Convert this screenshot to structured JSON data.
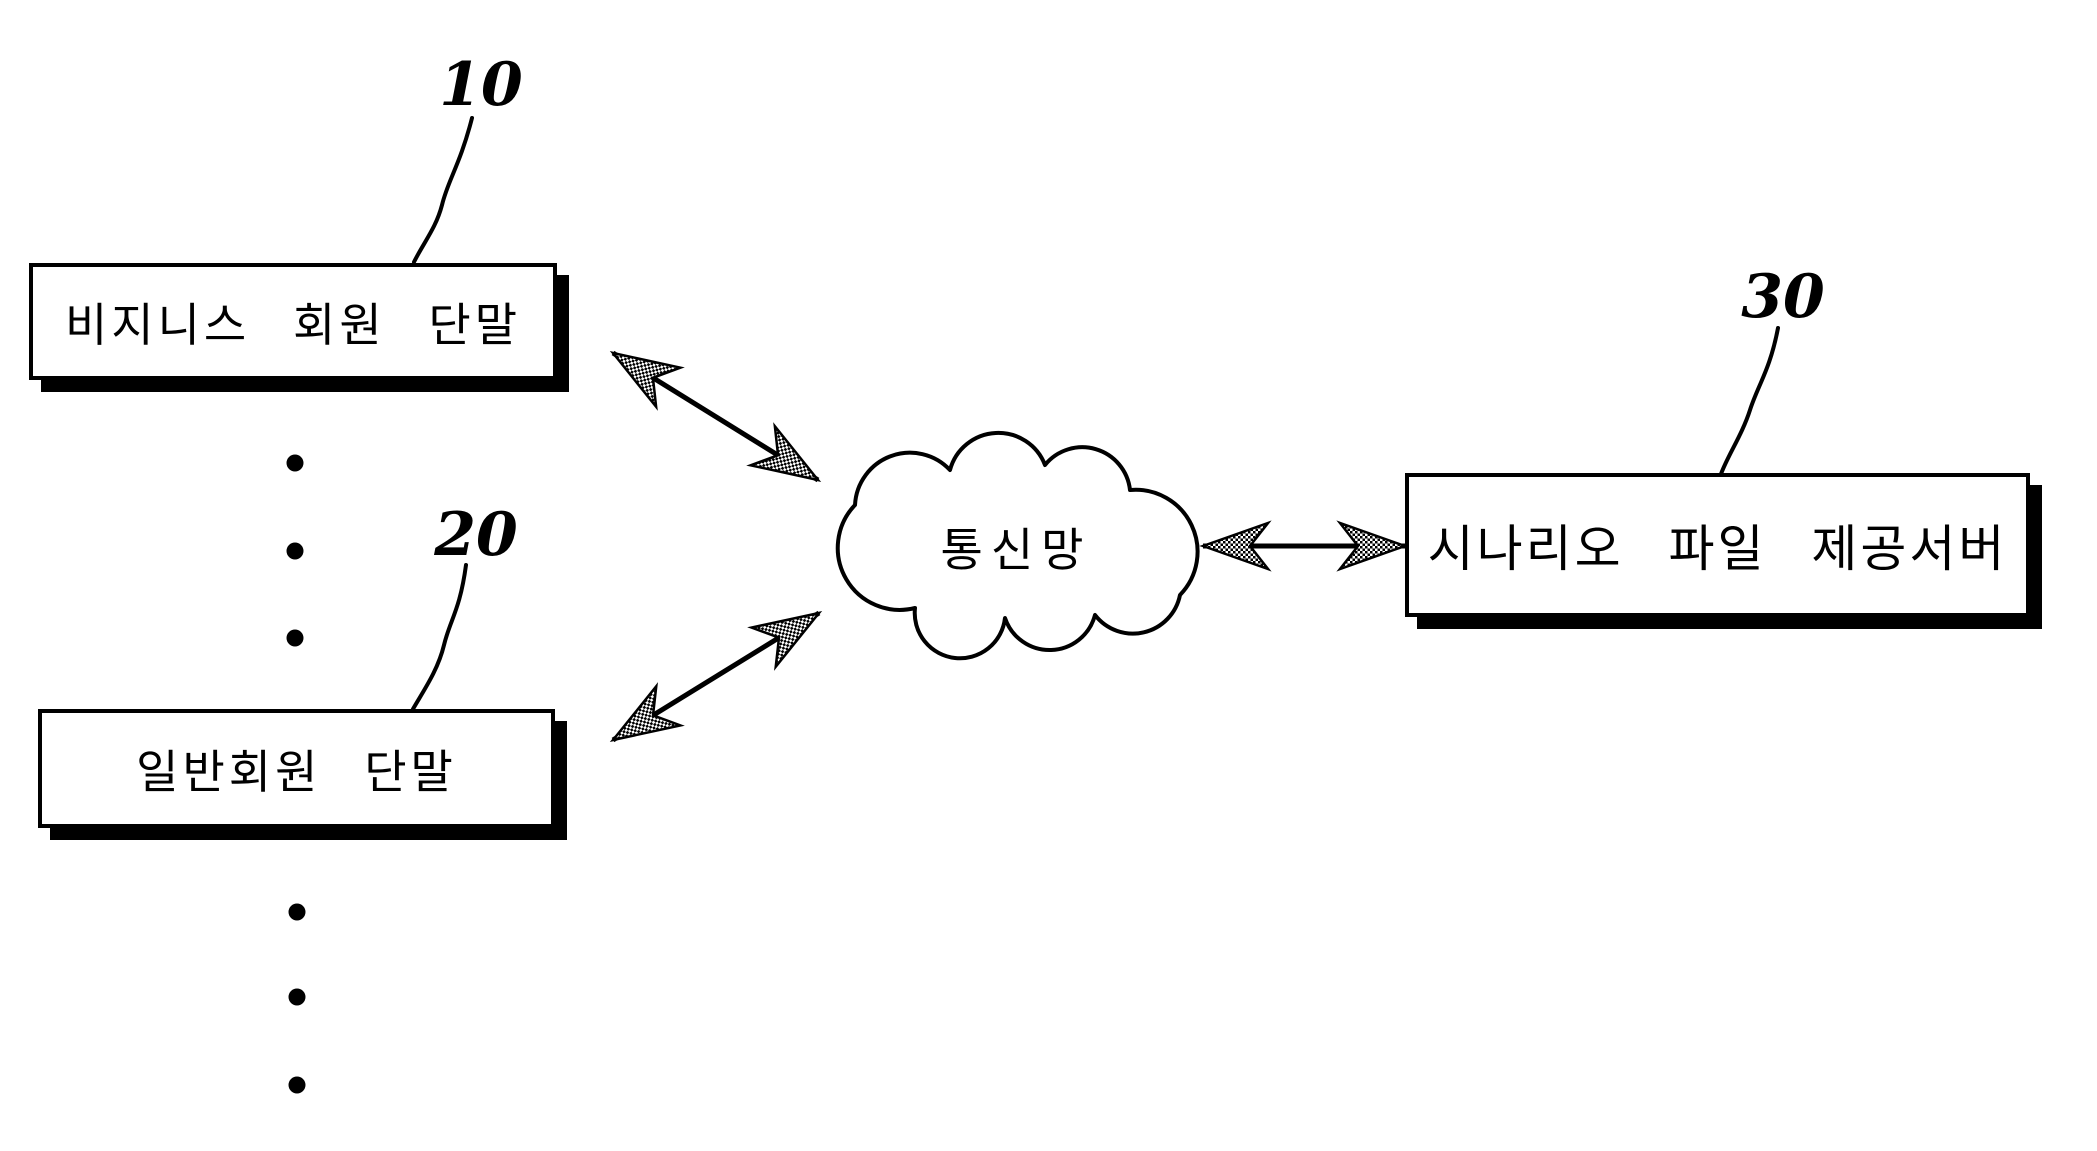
{
  "diagram": {
    "title": "scenario-file-service-network-diagram",
    "nodes": {
      "business_terminal": {
        "label": "비지니스 회원 단말",
        "ref": "10"
      },
      "general_terminal": {
        "label": "일반회원 단말",
        "ref": "20"
      },
      "network": {
        "label": "통신망"
      },
      "server": {
        "label": "시나리오 파일 제공서버",
        "ref": "30"
      }
    },
    "connections": [
      {
        "from": "business_terminal",
        "to": "network",
        "style": "double-arrow"
      },
      {
        "from": "general_terminal",
        "to": "network",
        "style": "double-arrow"
      },
      {
        "from": "network",
        "to": "server",
        "style": "double-arrow"
      }
    ],
    "ellipsis": {
      "between_terminals_dots": 3,
      "below_general_terminal_dots": 3
    },
    "colors": {
      "background": "#ffffff",
      "line": "#000000",
      "box_fill": "#ffffff",
      "shadow": "#000000",
      "arrowhead_pattern": "halftone-checker"
    }
  }
}
